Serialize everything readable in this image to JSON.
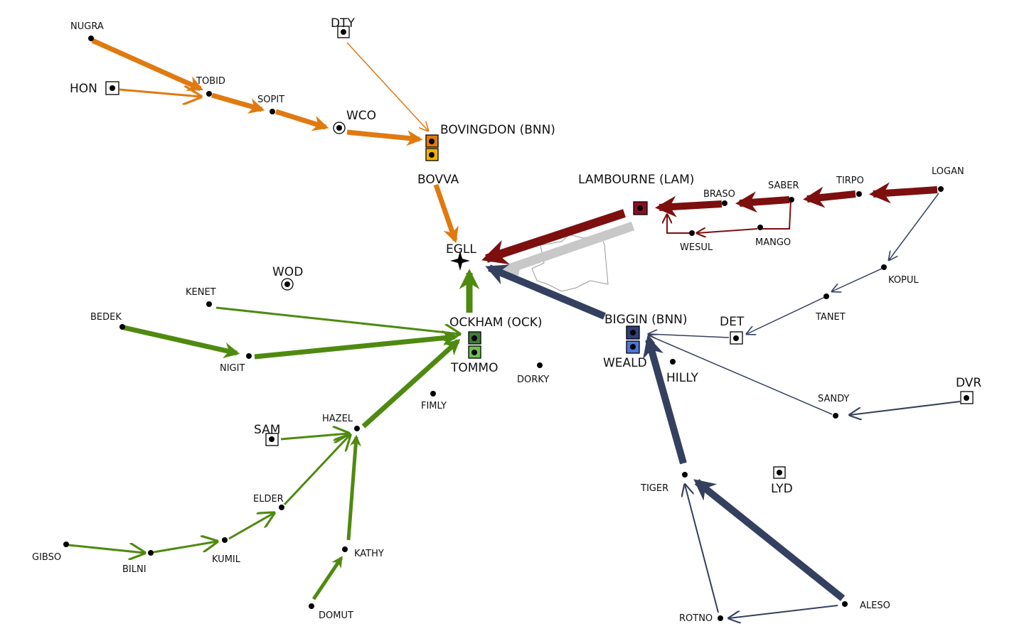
{
  "colors": {
    "orange": "#e07a10",
    "red": "#7d0f0f",
    "navy": "#34405f",
    "green": "#4f8a10",
    "gold": "#f0b400",
    "box_green_dark": "#3f7a3a",
    "box_green_light": "#6cc24a",
    "box_navy": "#2e3f7a",
    "box_blue": "#4a78d8",
    "box_red": "#8a1020"
  },
  "airport": {
    "name": "EGLL",
    "icon": "airport-cross-icon"
  },
  "holds": [
    {
      "id": "bovingdon",
      "label": "BOVINGDON (BNN)",
      "box_colors": [
        "orange",
        "gold"
      ]
    },
    {
      "id": "lambourne",
      "label": "LAMBOURNE (LAM)",
      "box_colors": [
        "box_red"
      ]
    },
    {
      "id": "ockham",
      "label": "OCKHAM (OCK)",
      "box_colors": [
        "box_green_dark",
        "box_green_light"
      ]
    },
    {
      "id": "biggin",
      "label": "BIGGIN (BNN)",
      "box_colors": [
        "box_navy",
        "box_blue"
      ]
    }
  ],
  "waypoints": {
    "nugra": "NUGRA",
    "tobid": "TOBID",
    "sopit": "SOPIT",
    "wco": "WCO",
    "hon": "HON",
    "dty": "DTY",
    "bovva": "BOVVA",
    "logan": "LOGAN",
    "tirpo": "TIRPO",
    "saber": "SABER",
    "braso": "BRASO",
    "mango": "MANGO",
    "wesul": "WESUL",
    "kopul": "KOPUL",
    "tanet": "TANET",
    "det": "DET",
    "dvr": "DVR",
    "sandy": "SANDY",
    "hilly": "HILLY",
    "weald": "WEALD",
    "tiger": "TIGER",
    "lyd": "LYD",
    "aleso": "ALESO",
    "rotno": "ROTNO",
    "dorky": "DORKY",
    "fimly": "FIMLY",
    "tommo": "TOMMO",
    "kenet": "KENET",
    "wod": "WOD",
    "bedek": "BEDEK",
    "nigit": "NIGIT",
    "hazel": "HAZEL",
    "sam": "SAM",
    "elder": "ELDER",
    "kathy": "KATHY",
    "domut": "DOMUT",
    "gibso": "GIBSO",
    "bilni": "BILNI",
    "kumil": "KUMIL"
  }
}
